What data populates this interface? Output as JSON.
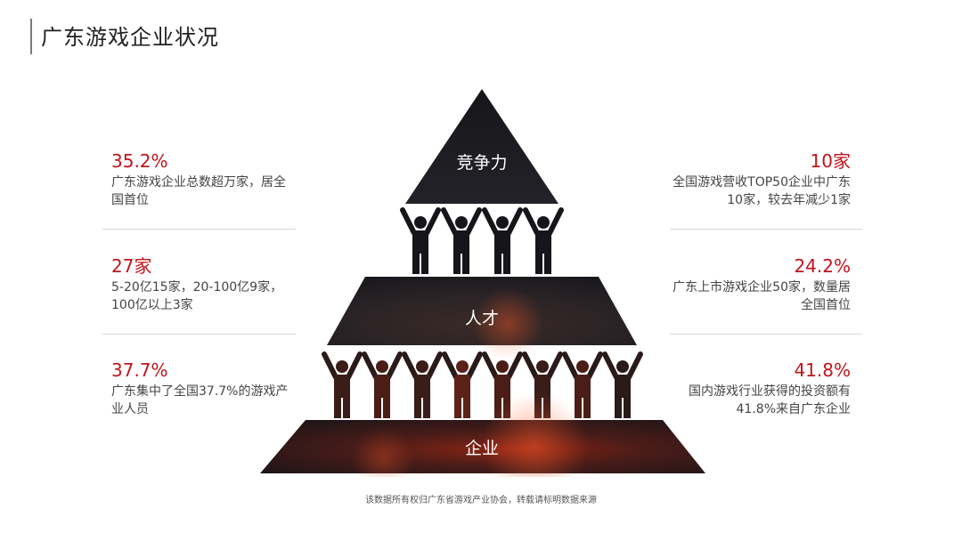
{
  "title": "广东游戏企业状况",
  "pyramid": {
    "top": "竞争力",
    "middle": "人才",
    "bottom": "企业"
  },
  "left_stats": [
    {
      "value": "35.2%",
      "line1": "广东游戏企业总数超万家，居全",
      "line2": "国首位"
    },
    {
      "value": "27家",
      "line1": "5-20亿15家，20-100亿9家，",
      "line2": "100亿以上3家"
    },
    {
      "value": "37.7%",
      "line1": "广东集中了全国37.7%的游戏产",
      "line2": "业人员"
    }
  ],
  "right_stats": [
    {
      "value": "10家",
      "line1": "全国游戏营收TOP50企业中广东",
      "line2": "10家，较去年减少1家"
    },
    {
      "value": "24.2%",
      "line1": "广东上市游戏企业50家，数量居",
      "line2": "全国首位"
    },
    {
      "value": "41.8%",
      "line1": "国内游戏行业获得的投资额有",
      "line2": "41.8%来自广东企业"
    }
  ],
  "footer": "该数据所有权归广东省游戏产业协会，转载请标明数据来源",
  "colors": {
    "accent": "#c0141c",
    "dark": "#1b1a1f",
    "lava": "#b8321f"
  }
}
